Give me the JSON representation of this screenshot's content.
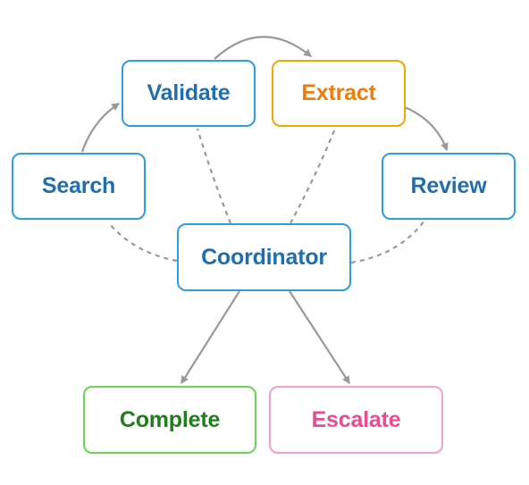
{
  "colors": {
    "blue_border": "#2b9fe0",
    "blue_text": "#1f6fb0",
    "orange_border": "#f0a800",
    "orange_text": "#ee7d0a",
    "green_border": "#66d653",
    "green_text": "#1f7f1a",
    "pink_border": "#f5a0c8",
    "pink_text": "#ea4a8f",
    "edge": "#999999"
  },
  "nodes": {
    "validate": "Validate",
    "extract": "Extract",
    "search": "Search",
    "review": "Review",
    "coordinator": "Coordinator",
    "complete": "Complete",
    "escalate": "Escalate"
  },
  "edges": [
    {
      "from": "search",
      "to": "validate",
      "style": "solid-arrow"
    },
    {
      "from": "validate",
      "to": "extract",
      "style": "solid-arrow"
    },
    {
      "from": "extract",
      "to": "review",
      "style": "solid-arrow"
    },
    {
      "from": "coordinator",
      "to": "complete",
      "style": "solid-arrow"
    },
    {
      "from": "coordinator",
      "to": "escalate",
      "style": "solid-arrow"
    },
    {
      "from": "coordinator",
      "to": "search",
      "style": "dashed"
    },
    {
      "from": "coordinator",
      "to": "validate",
      "style": "dashed"
    },
    {
      "from": "coordinator",
      "to": "extract",
      "style": "dashed"
    },
    {
      "from": "coordinator",
      "to": "review",
      "style": "dashed"
    }
  ]
}
